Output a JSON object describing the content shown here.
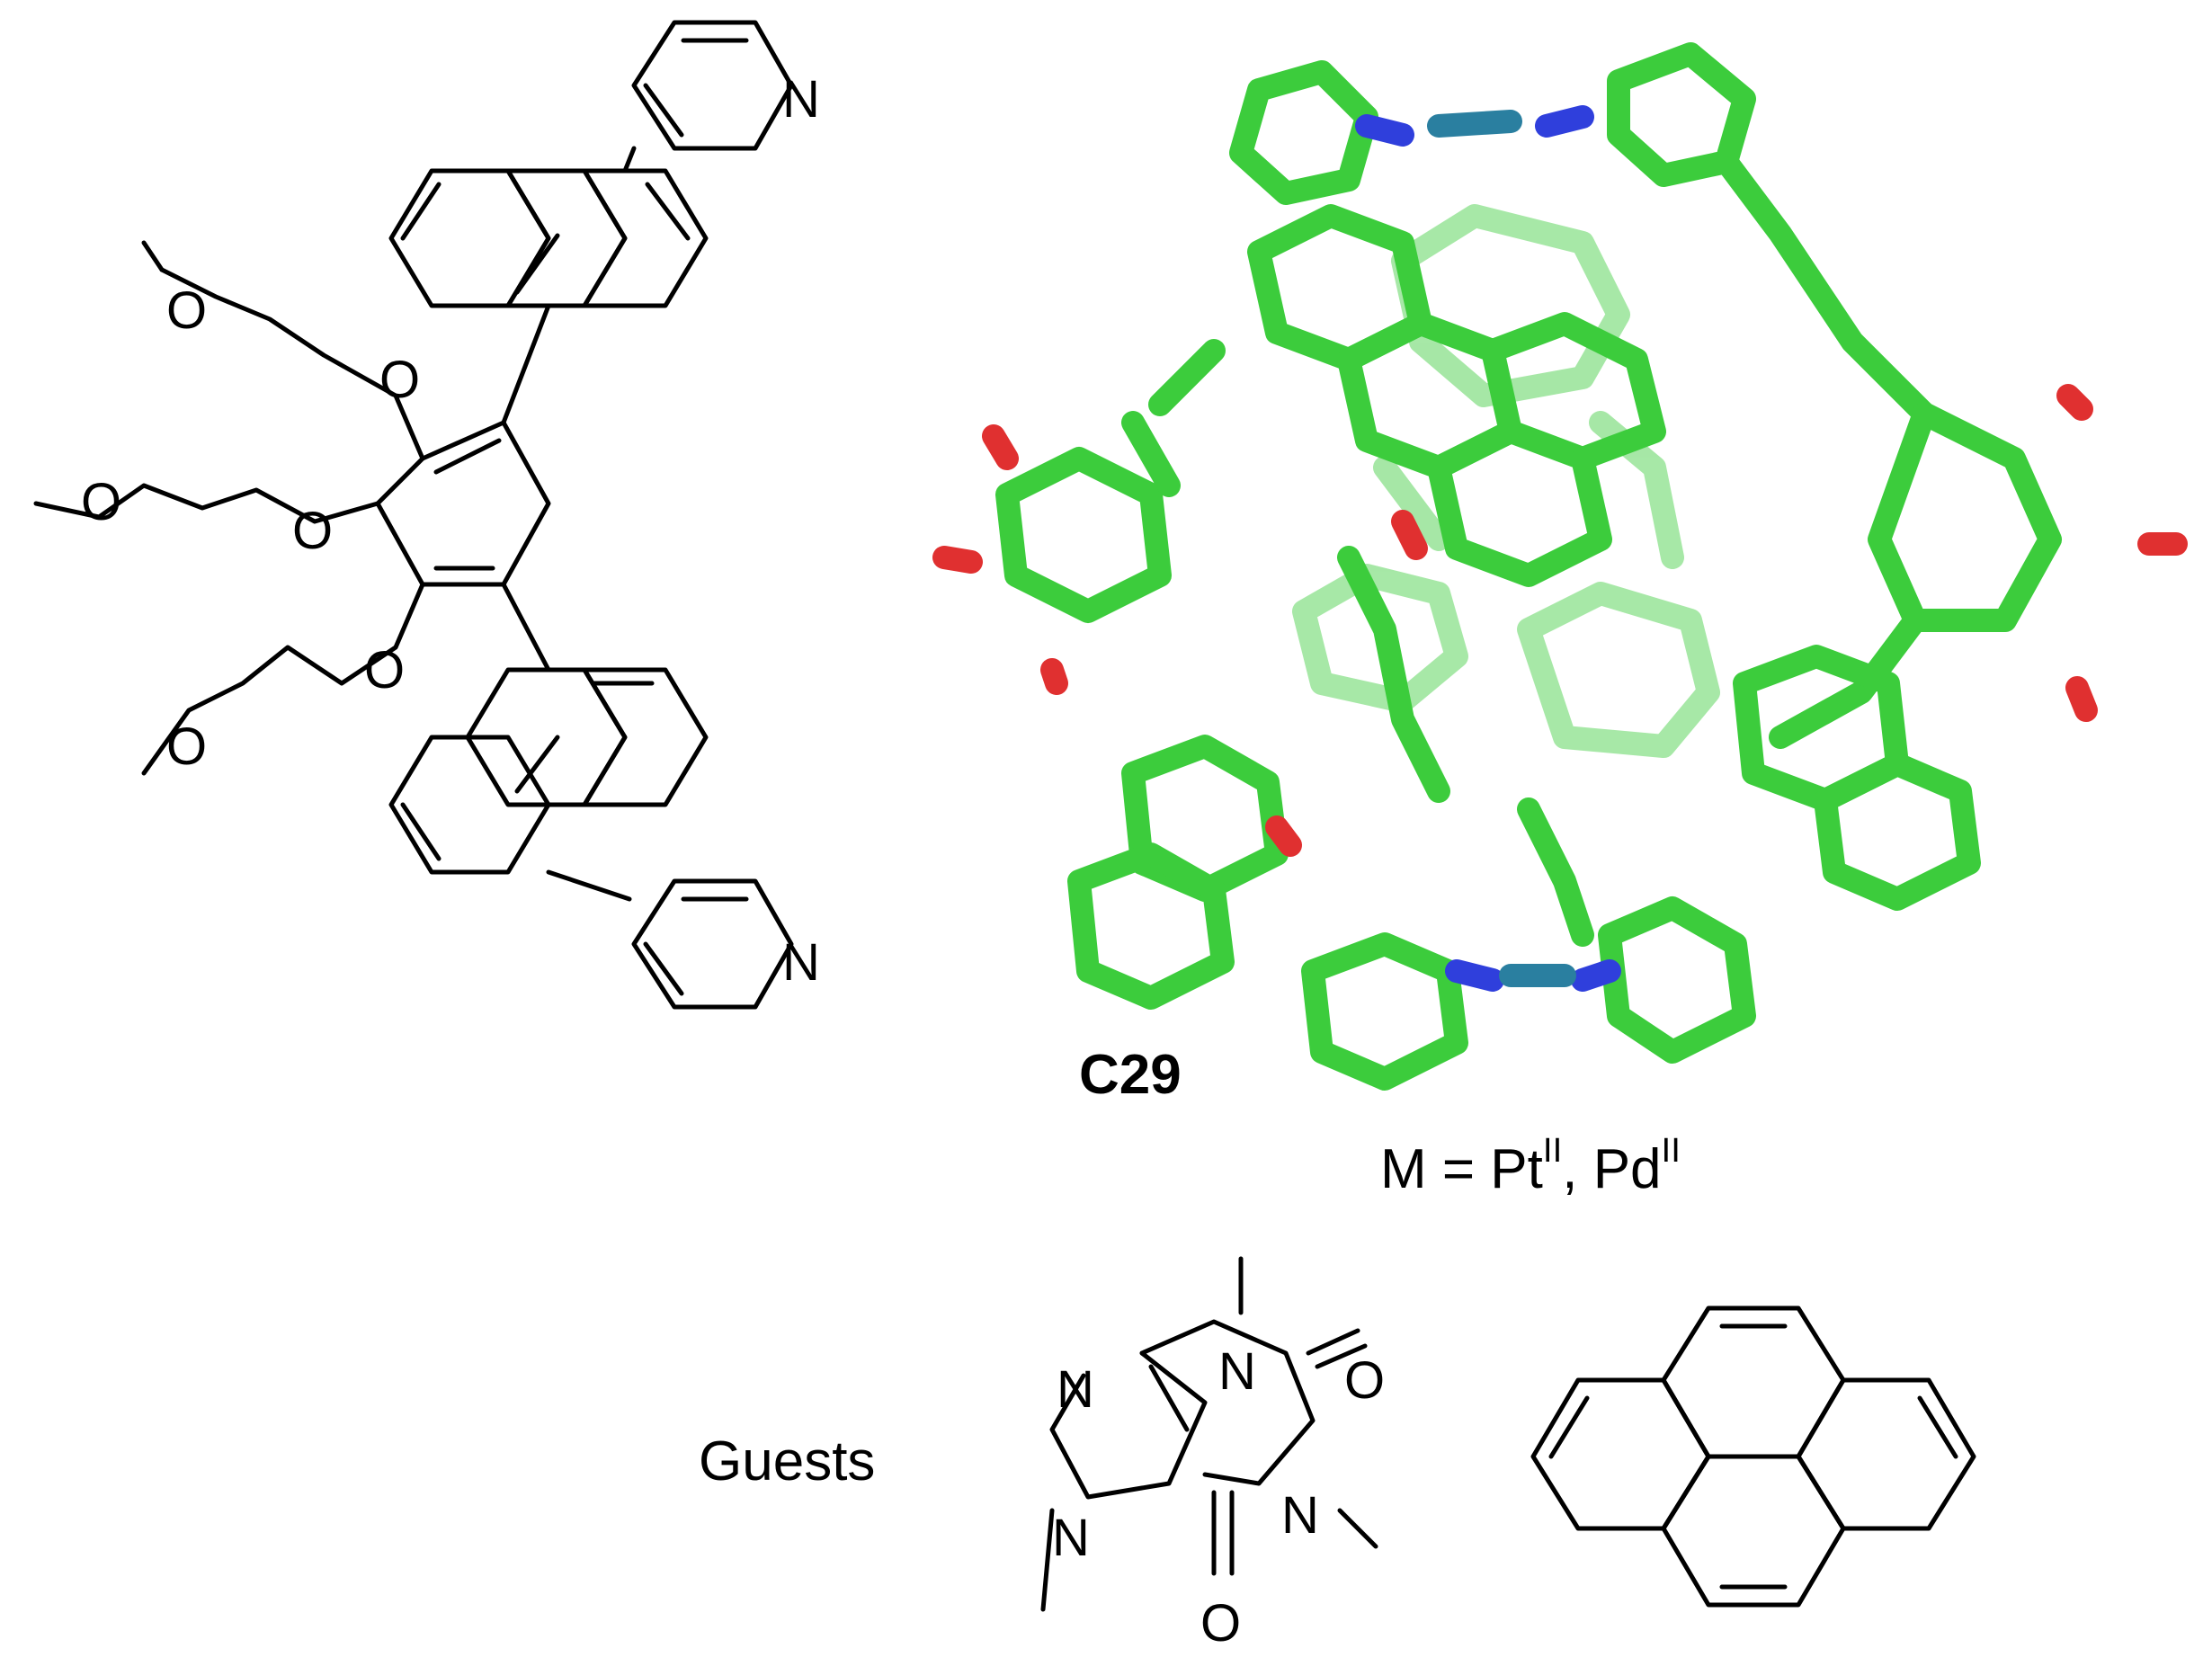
{
  "compound_label": "C29",
  "metals_line": {
    "prefix": "M = Pt",
    "ox1": "II",
    "sep": ", Pd",
    "ox2": "II"
  },
  "guests_label": "Guests",
  "ligand_atoms": {
    "n_top": "N",
    "n_bottom": "N",
    "oxygens": [
      "O",
      "O",
      "O",
      "O",
      "O",
      "O"
    ]
  },
  "caffeine_atoms": {
    "n1": "N",
    "n3": "N",
    "n7": "N",
    "n9": "N",
    "o_top": "O",
    "o_bottom": "O"
  },
  "colors": {
    "carbon": "#3ccc3c",
    "oxygen": "#e03030",
    "nitrogen": "#2f3fdc",
    "metal": "#2a7fa0"
  }
}
